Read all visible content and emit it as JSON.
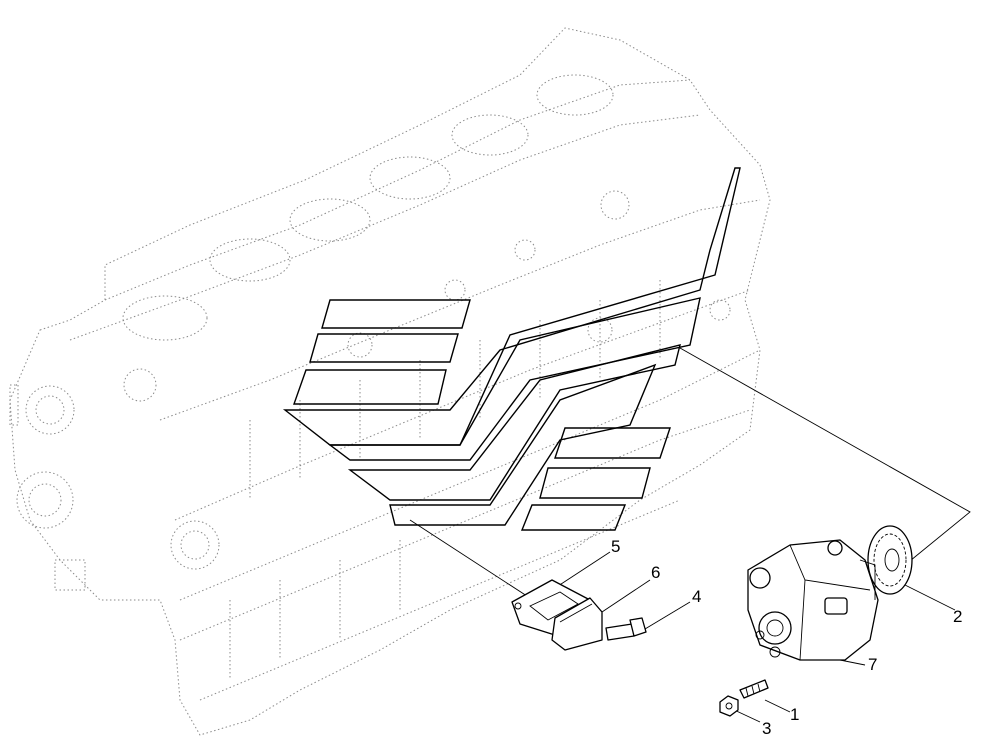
{
  "callouts": [
    {
      "id": "1",
      "label": "1"
    },
    {
      "id": "2",
      "label": "2"
    },
    {
      "id": "3",
      "label": "3"
    },
    {
      "id": "4",
      "label": "4"
    },
    {
      "id": "5",
      "label": "5"
    },
    {
      "id": "6",
      "label": "6"
    },
    {
      "id": "7",
      "label": "7"
    }
  ],
  "colors": {
    "line": "#000000",
    "ghost_block": "#8a8a8a",
    "background": "#ffffff"
  }
}
